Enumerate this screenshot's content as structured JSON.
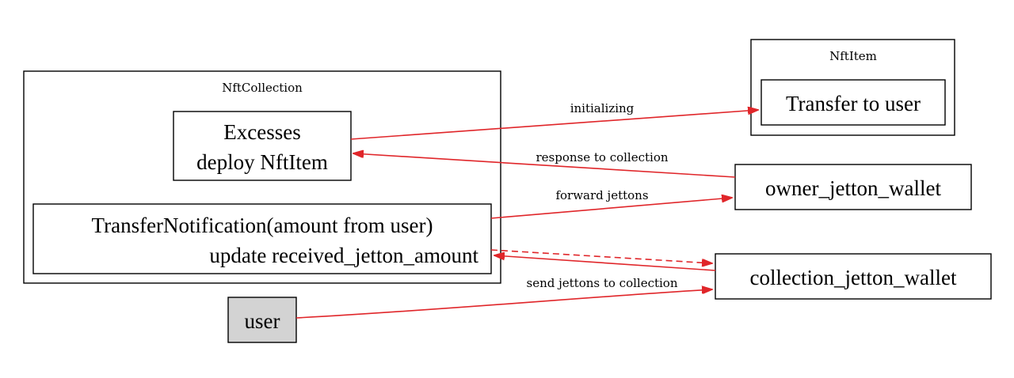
{
  "clusters": {
    "nft_collection": {
      "label": "NftCollection"
    },
    "nft_item": {
      "label": "NftItem"
    }
  },
  "nodes": {
    "excesses": {
      "lines": [
        "Excesses",
        "deploy NftItem"
      ]
    },
    "transfer_notification": {
      "lines": [
        "TransferNotification(amount from user)",
        "update received_jetton_amount"
      ]
    },
    "transfer_to_user": {
      "label": "Transfer to user"
    },
    "owner_jetton_wallet": {
      "label": "owner_jetton_wallet"
    },
    "collection_jetton_wallet": {
      "label": "collection_jetton_wallet"
    },
    "user": {
      "label": "user"
    }
  },
  "edges": {
    "initializing": {
      "label": "initializing"
    },
    "response_to_collection": {
      "label": "response to collection"
    },
    "forward_jettons": {
      "label": "forward jettons"
    },
    "send_jettons": {
      "label": "send jettons to collection"
    }
  },
  "colors": {
    "edge": "#e0262a",
    "user_fill": "#d3d3d3",
    "border": "#000000"
  }
}
